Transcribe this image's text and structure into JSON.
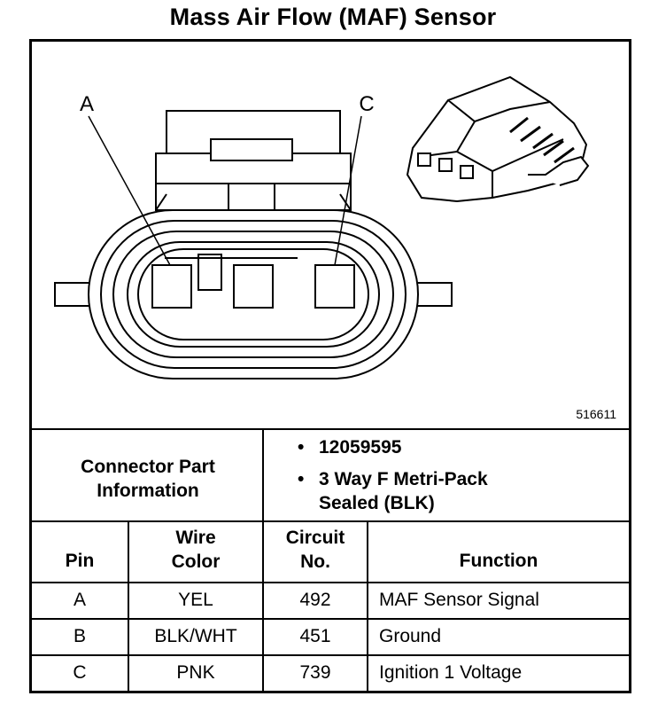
{
  "title": "Mass Air Flow (MAF) Sensor",
  "figure_number": "516611",
  "callouts": {
    "a": "A",
    "c": "C"
  },
  "connector_part_information": {
    "label_line1": "Connector Part",
    "label_line2": "Information",
    "bullets": [
      {
        "symbol": "•",
        "line1": "12059595",
        "line2": ""
      },
      {
        "symbol": "•",
        "line1": "3 Way F Metri-Pack",
        "line2": "Sealed (BLK)"
      }
    ]
  },
  "pin_table": {
    "headers": {
      "pin": "Pin",
      "wire_color_line1": "Wire",
      "wire_color_line2": "Color",
      "circuit_line1": "Circuit",
      "circuit_line2": "No.",
      "function": "Function"
    },
    "rows": [
      {
        "pin": "A",
        "wire_color": "YEL",
        "circuit": "492",
        "function": "MAF Sensor Signal"
      },
      {
        "pin": "B",
        "wire_color": "BLK/WHT",
        "circuit": "451",
        "function": "Ground"
      },
      {
        "pin": "C",
        "wire_color": "PNK",
        "circuit": "739",
        "function": "Ignition 1 Voltage"
      }
    ]
  }
}
